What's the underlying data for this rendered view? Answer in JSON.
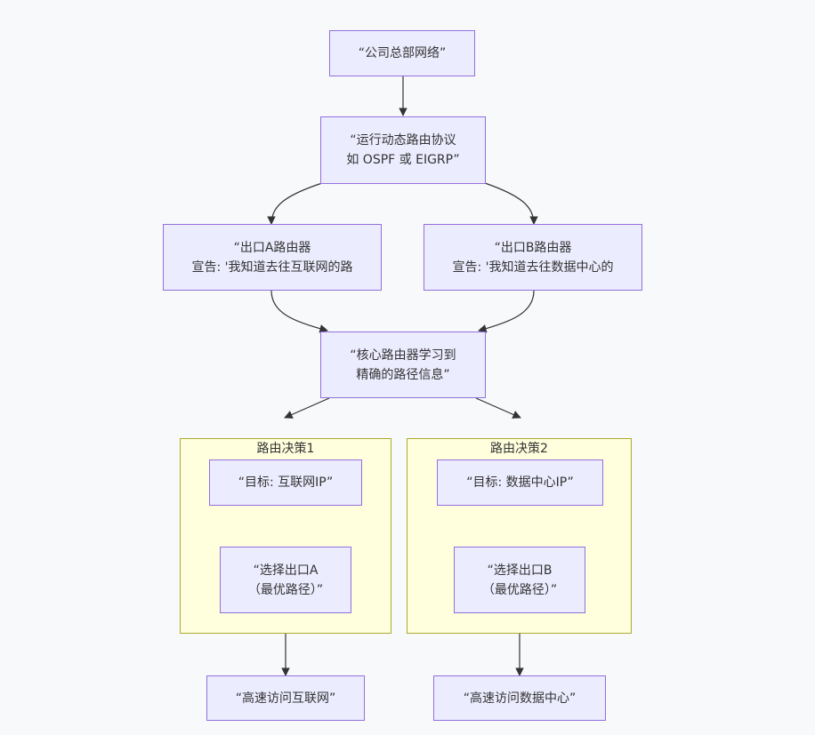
{
  "nodes": {
    "hq": [
      "“公司总部网络”"
    ],
    "dynamic": [
      "“运行动态路由协议",
      "如 OSPF 或 EIGRP”"
    ],
    "router_a": [
      "“出口A路由器",
      "宣告: '我知道去往互联网的路"
    ],
    "router_b": [
      "“出口B路由器",
      "宣告: '我知道去往数据中心的"
    ],
    "core": [
      "“核心路由器学习到",
      "精确的路径信息”"
    ],
    "target_1": [
      "“目标: 互联网IP”"
    ],
    "choose_a": [
      "“选择出口A",
      "（最优路径）”"
    ],
    "target_2": [
      "“目标: 数据中心IP”"
    ],
    "choose_b": [
      "“选择出口B",
      "（最优路径）”"
    ],
    "fast_internet": [
      "“高速访问互联网”"
    ],
    "fast_dc": [
      "“高速访问数据中心”"
    ]
  },
  "clusters": {
    "decision_1": "路由决策1",
    "decision_2": "路由决策2"
  },
  "colors": {
    "node_fill": "#ececff",
    "node_border": "#9370db",
    "cluster_fill": "#ffffde",
    "cluster_border": "#aaaa33",
    "edge": "#333333",
    "background": "#f8f9fb"
  }
}
